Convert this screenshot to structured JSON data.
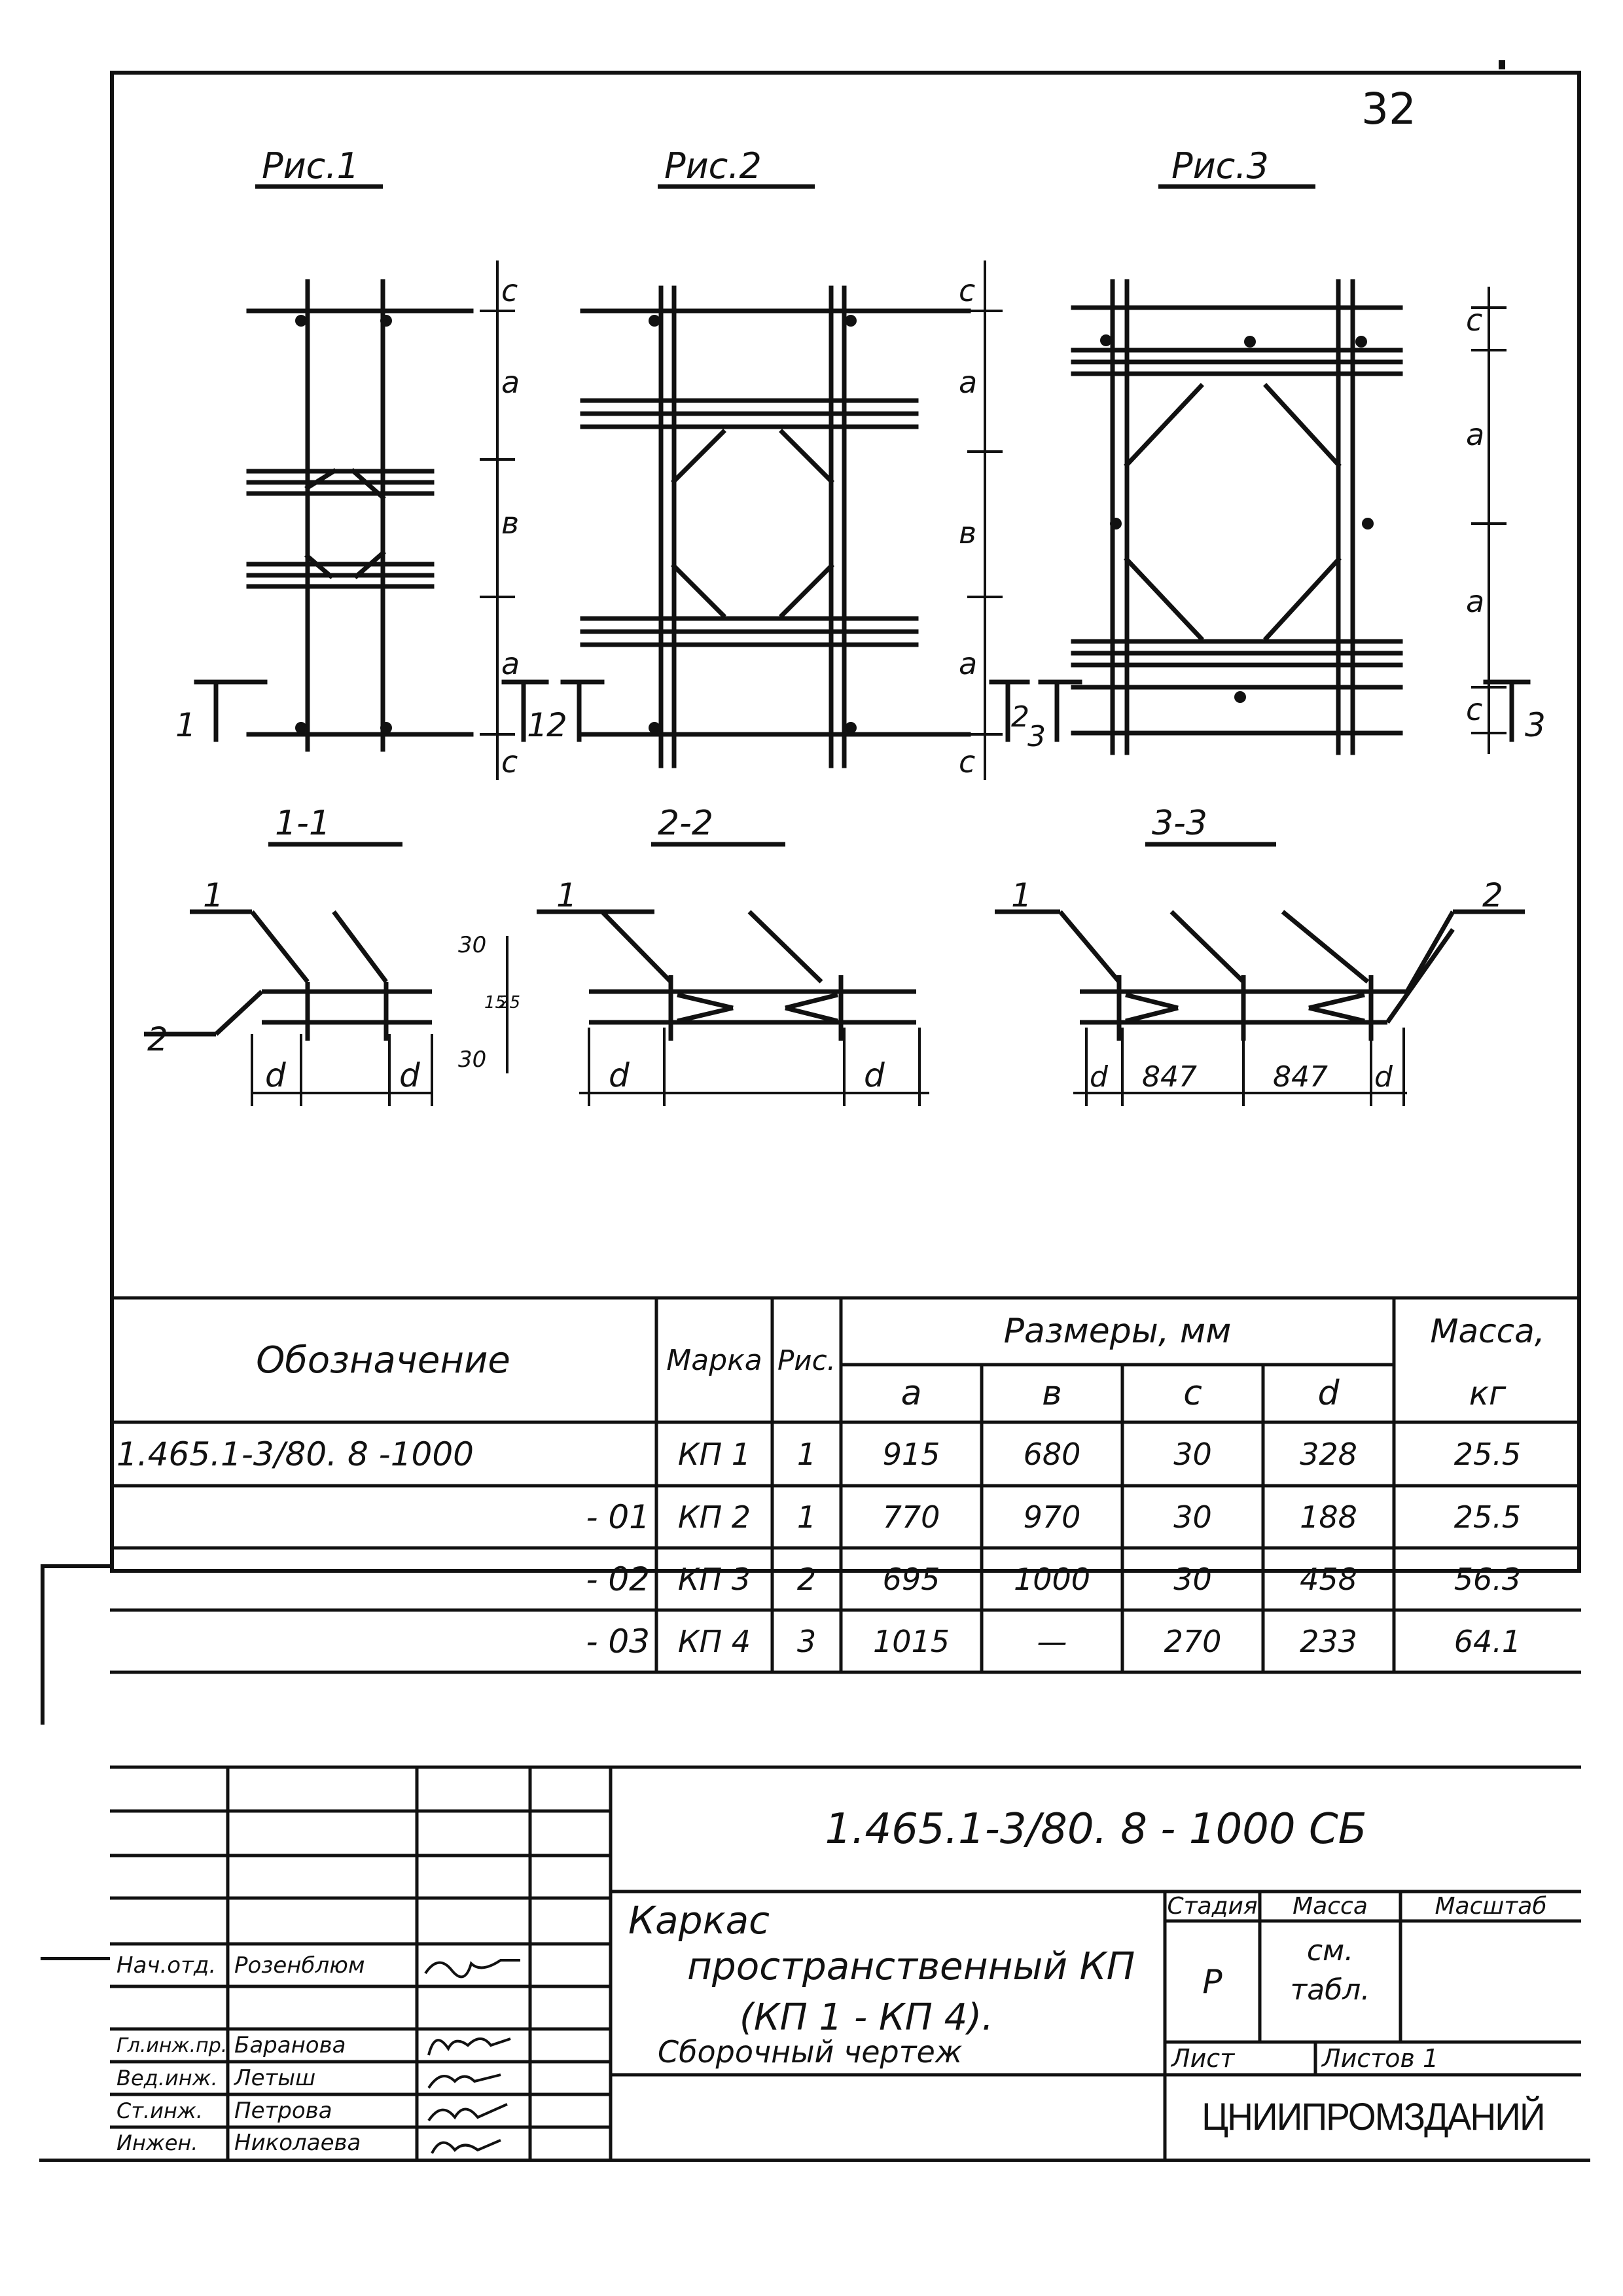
{
  "sheet_number": "32",
  "figures": {
    "fig1": "Рис.1",
    "fig2": "Рис.2",
    "fig3": "Рис.3",
    "dim_a": "a",
    "dim_b": "в",
    "dim_c": "c",
    "cut_1": "1",
    "cut_2": "2",
    "cut_3": "3"
  },
  "sections": {
    "s1": "1-1",
    "s2": "2-2",
    "s3": "3-3",
    "pos_1": "1",
    "pos_2": "2",
    "dim_d": "d",
    "dim_30": "30",
    "dim_15": "15",
    "dim_25": "25",
    "dim_847": "847"
  },
  "table": {
    "header": {
      "designation": "Обозначение",
      "brand": "Марка",
      "fig": "Рис.",
      "sizes": "Размеры,   мм",
      "a": "a",
      "b": "в",
      "c": "c",
      "d": "d",
      "mass": "Масса,",
      "mass_unit": "кг"
    },
    "rows": [
      {
        "designation": "1.465.1-3/80.  8 -1000",
        "brand": "КП 1",
        "fig": "1",
        "a": "915",
        "b": "680",
        "c": "30",
        "d": "328",
        "mass": "25.5"
      },
      {
        "designation": "- 01",
        "brand": "КП 2",
        "fig": "1",
        "a": "770",
        "b": "970",
        "c": "30",
        "d": "188",
        "mass": "25.5"
      },
      {
        "designation": "- 02",
        "brand": "КП 3",
        "fig": "2",
        "a": "695",
        "b": "1000",
        "c": "30",
        "d": "458",
        "mass": "56.3"
      },
      {
        "designation": "- 03",
        "brand": "КП 4",
        "fig": "3",
        "a": "1015",
        "b": "—",
        "c": "270",
        "d": "233",
        "mass": "64.1"
      }
    ]
  },
  "title_block": {
    "doc_code": "1.465.1-3/80.  8 - 1000 СБ",
    "title_line1": "Каркас",
    "title_line2": "пространственный КП",
    "title_line3": "(КП 1 - КП 4).",
    "title_line4": "Сборочный чертеж",
    "stage_label": "Стадия",
    "mass_label": "Масса",
    "scale_label": "Масштаб",
    "stage_value": "Р",
    "mass_value_1": "см.",
    "mass_value_2": "табл.",
    "sheet_label": "Лист",
    "sheets_label": "Листов  1",
    "organization": "ЦНИИПРОМЗДАНИЙ",
    "staff": [
      {
        "role": "Нач.отд.",
        "name": "Розенблюм"
      },
      {
        "role": "Гл.инж.пр.",
        "name": "Баранова"
      },
      {
        "role": "Вед.инж.",
        "name": "Летыш"
      },
      {
        "role": "Ст.инж.",
        "name": "Петрова"
      },
      {
        "role": "Инжен.",
        "name": "Николаева"
      }
    ]
  }
}
